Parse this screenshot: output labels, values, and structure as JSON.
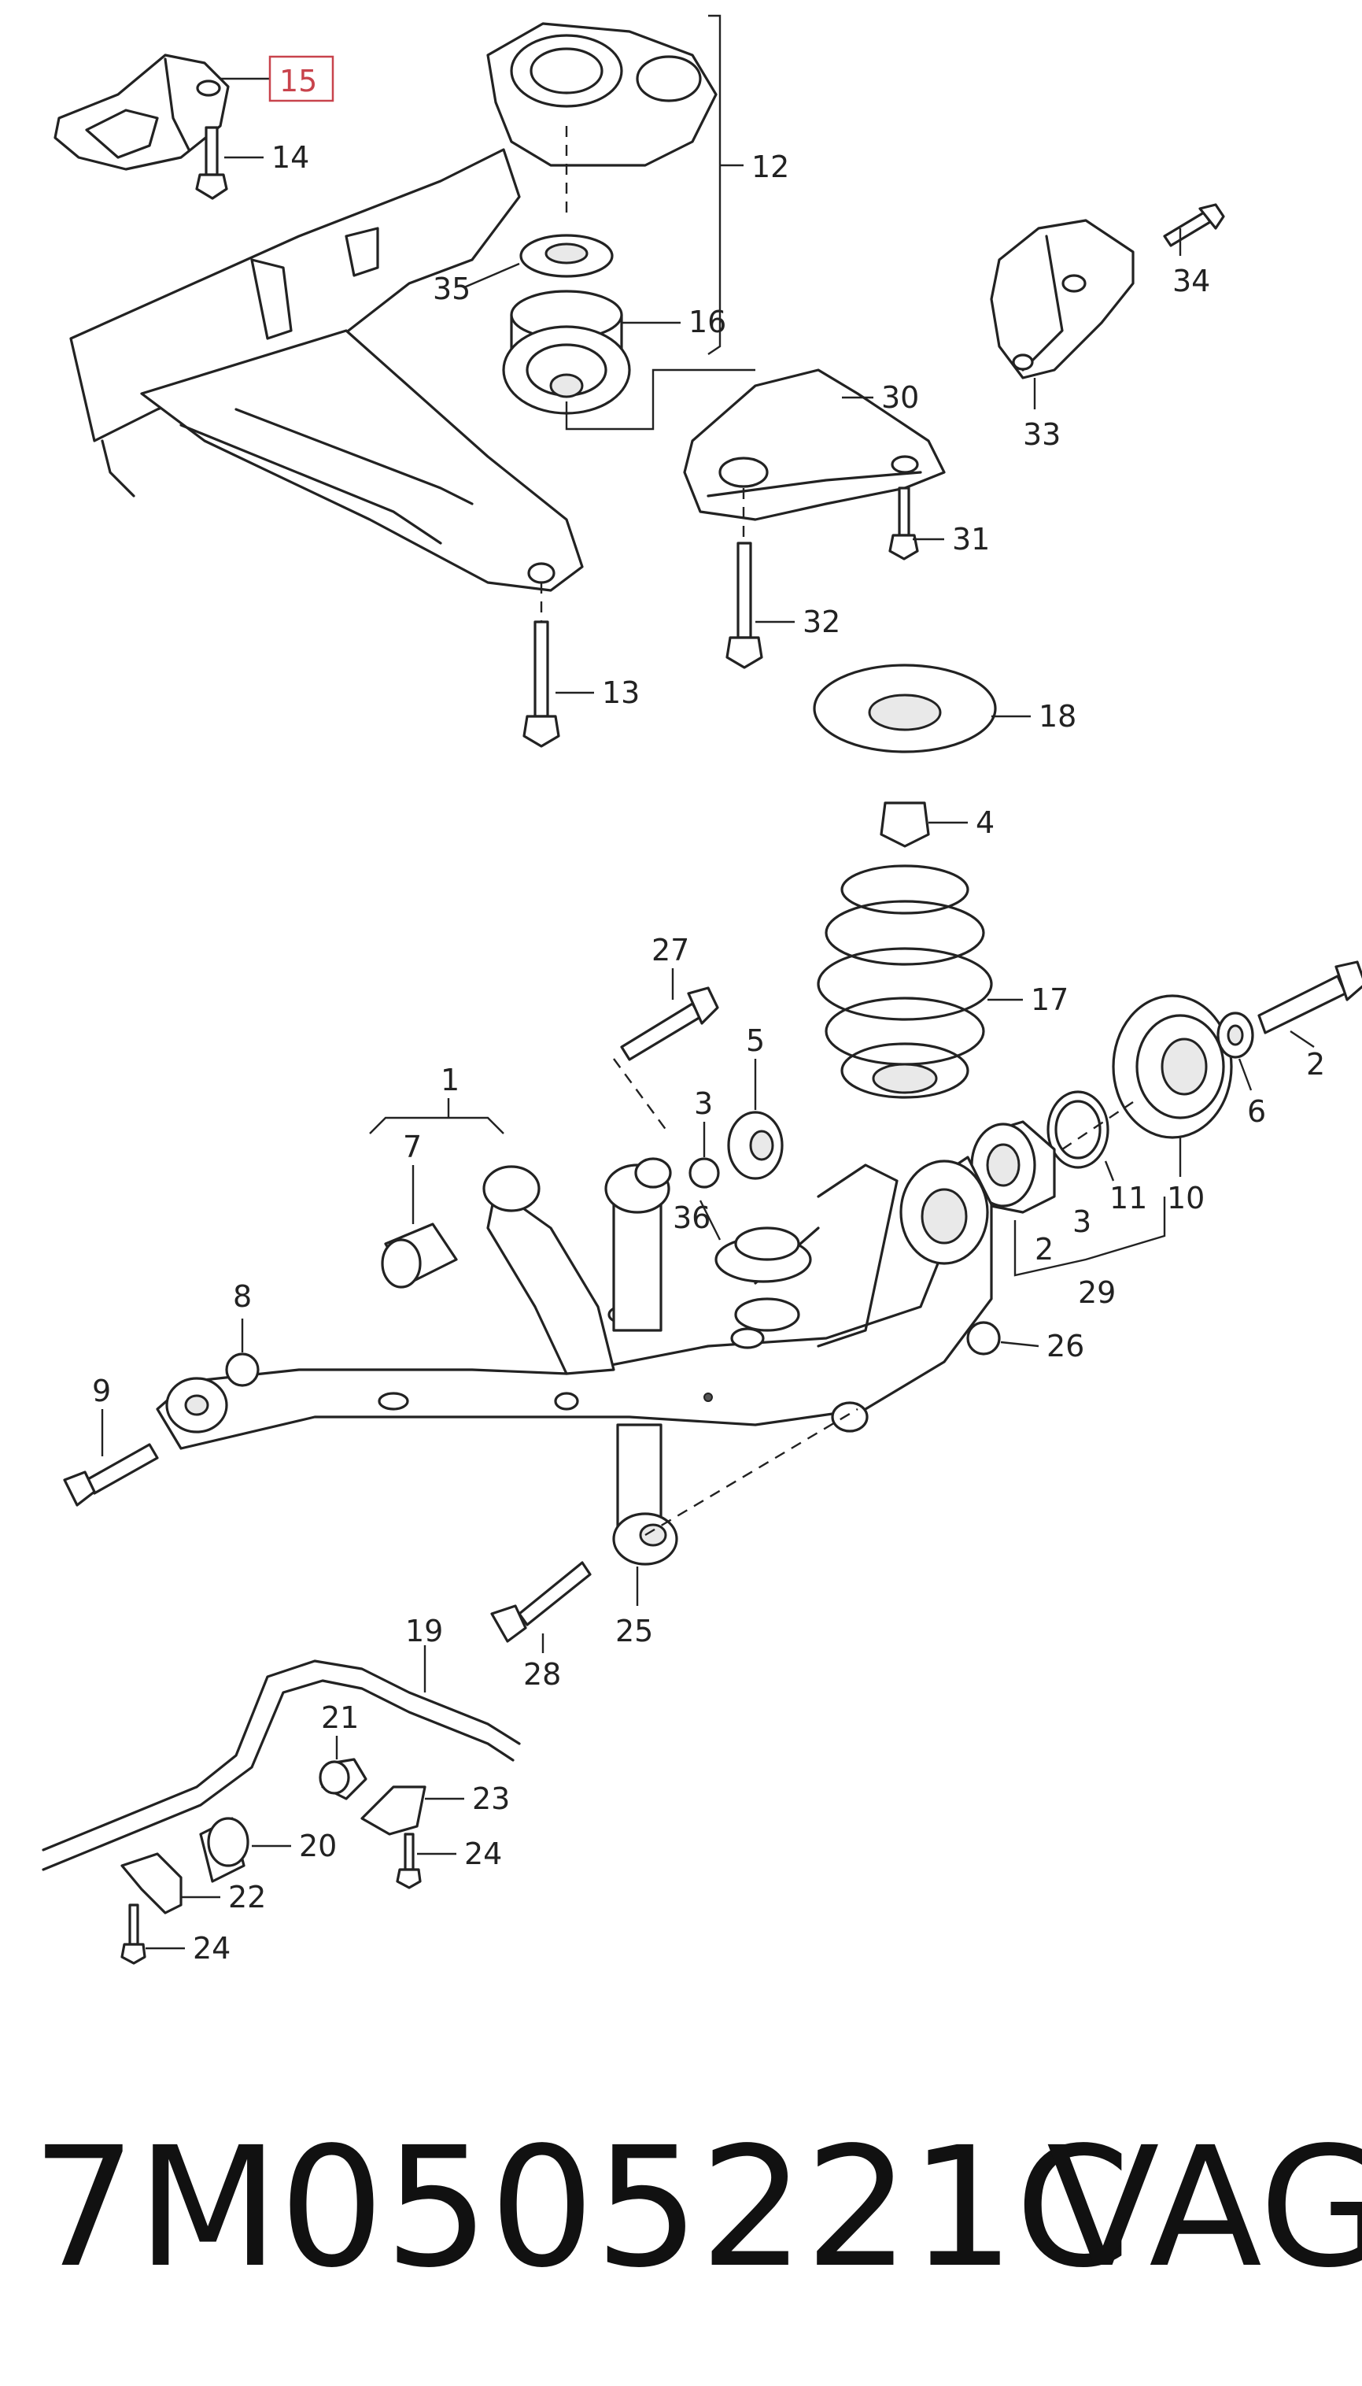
{
  "highlight_color": "#c8434c",
  "highlighted_part": "15",
  "labels": [
    "1",
    "2",
    "2",
    "2",
    "3",
    "3",
    "4",
    "5",
    "6",
    "7",
    "8",
    "9",
    "10",
    "11",
    "12",
    "13",
    "14",
    "15",
    "16",
    "17",
    "18",
    "19",
    "20",
    "21",
    "22",
    "23",
    "24",
    "24",
    "24",
    "25",
    "26",
    "27",
    "28",
    "29",
    "30",
    "31",
    "32",
    "33",
    "34",
    "35",
    "36"
  ],
  "footer": {
    "part_number": "7M0505221C",
    "brand": "VAG"
  }
}
